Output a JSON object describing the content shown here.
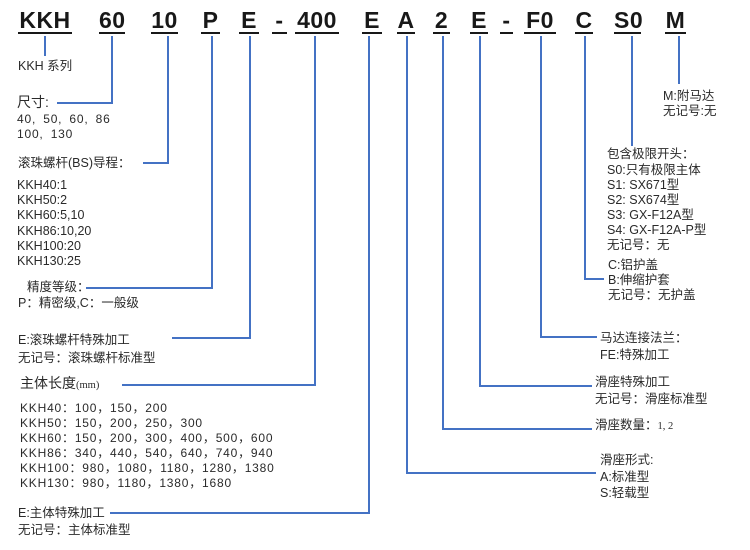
{
  "model_code": {
    "segments": [
      {
        "text": "KKH"
      },
      {
        "text": "60"
      },
      {
        "text": "10"
      },
      {
        "text": "P"
      },
      {
        "text": "E"
      },
      {
        "text": "-"
      },
      {
        "text": "400"
      },
      {
        "text": "E"
      },
      {
        "text": "A"
      },
      {
        "text": "2"
      },
      {
        "text": "E"
      },
      {
        "text": "-"
      },
      {
        "text": "F0"
      },
      {
        "text": "C"
      },
      {
        "text": "S0"
      },
      {
        "text": "M"
      }
    ]
  },
  "colors": {
    "connector": "#4472c4",
    "underline": "#181818",
    "text": "#2a2a2a"
  },
  "legend": {
    "series": {
      "text": "KKH 系列"
    },
    "size": {
      "label": "尺寸:",
      "rows": [
        "40, 50, 60, 86",
        "100, 130"
      ]
    },
    "screw_lead": {
      "label": "滚珠螺杆(BS)导程：",
      "rows": [
        "KKH40:1",
        "KKH50:2",
        "KKH60:5,10",
        "KKH86:10,20",
        "KKH100:20",
        "KKH130:25"
      ]
    },
    "accuracy": {
      "label": "精度等级：",
      "rows": [
        "P：精密级,C：一般级"
      ]
    },
    "screw_special": {
      "rows": [
        "E:滚珠螺杆特殊加工",
        "无记号：滚珠螺杆标准型"
      ]
    },
    "body_length": {
      "label": "主体长度",
      "unit": "(mm)",
      "rows": [
        "KKH40：100，150，200",
        "KKH50：150，200，250，300",
        "KKH60：150，200，300，400，500，600",
        "KKH86：340，440，540，640，740，940",
        "KKH100：980，1080，1180，1280，1380",
        "KKH130：980，1180，1380，1680"
      ]
    },
    "body_special": {
      "rows": [
        "E:主体特殊加工",
        "无记号：主体标准型"
      ]
    },
    "motor": {
      "rows": [
        "M:附马达",
        "无记号:无"
      ]
    },
    "limit_switch": {
      "label": "包含极限开头：",
      "rows": [
        "S0:只有极限主体",
        "S1: SX671型",
        "S2: SX674型",
        "S3: GX-F12A型",
        "S4: GX-F12A-P型",
        "无记号：无"
      ]
    },
    "cover": {
      "rows": [
        "C:铝护盖",
        "B:伸缩护套",
        "无记号：无护盖"
      ]
    },
    "motor_flange": {
      "rows": [
        "马达连接法兰：",
        "FE:特殊加工"
      ]
    },
    "slider_special": {
      "rows": [
        "滑座特殊加工",
        "无记号：滑座标准型"
      ]
    },
    "slider_count": {
      "label": "滑座数量：",
      "value": "1, 2"
    },
    "slider_type": {
      "label": "滑座形式:",
      "rows": [
        "A:标准型",
        "S:轻载型"
      ]
    }
  }
}
